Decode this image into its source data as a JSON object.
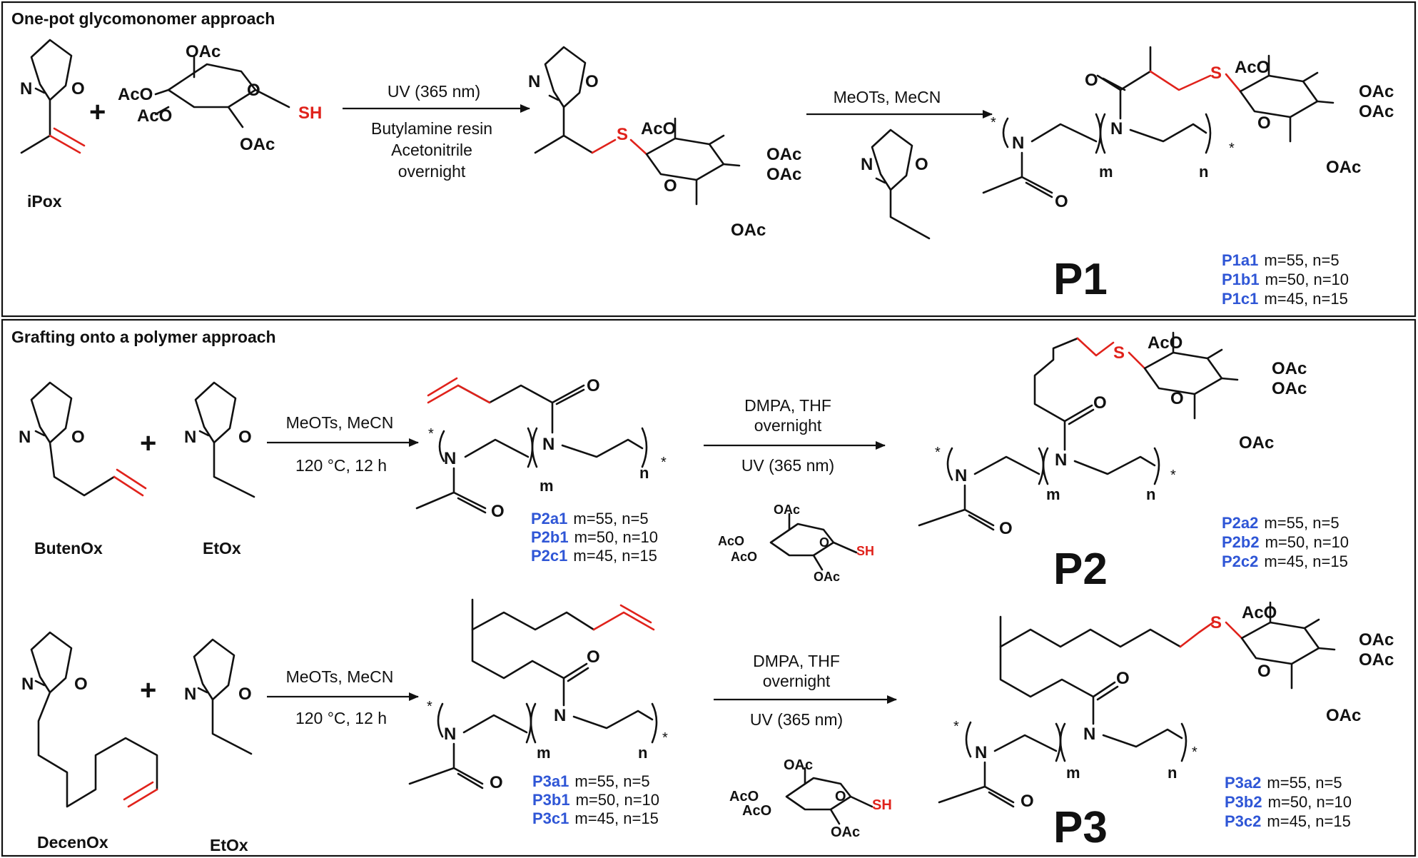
{
  "panel1": {
    "title": "One-pot glycomonomer approach",
    "monomer_label": "iPox",
    "step1": {
      "line1": "UV (365 nm)",
      "line2": "Butylamine resin",
      "line3": "Acetonitrile",
      "line4": "overnight"
    },
    "step2": {
      "line1": "MeOTs, MeCN"
    },
    "product_label": "P1",
    "variants": [
      {
        "code": "P1a1",
        "values": "m=55, n=5"
      },
      {
        "code": "P1b1",
        "values": "m=50, n=10"
      },
      {
        "code": "P1c1",
        "values": "m=45, n=15"
      }
    ]
  },
  "panel2": {
    "title": "Grafting onto a polymer approach",
    "row1": {
      "monomer_a_label": "ButenOx",
      "monomer_b_label": "EtOx",
      "step1": {
        "line1": "MeOTs, MeCN",
        "line2": "120 °C, 12 h"
      },
      "step2": {
        "line1": "DMPA, THF",
        "line2": "overnight",
        "line3": "UV (365 nm)"
      },
      "intermediate_variants": [
        {
          "code": "P2a1",
          "values": "m=55, n=5"
        },
        {
          "code": "P2b1",
          "values": "m=50, n=10"
        },
        {
          "code": "P2c1",
          "values": "m=45, n=15"
        }
      ],
      "product_label": "P2",
      "product_variants": [
        {
          "code": "P2a2",
          "values": "m=55, n=5"
        },
        {
          "code": "P2b2",
          "values": "m=50, n=10"
        },
        {
          "code": "P2c2",
          "values": "m=45, n=15"
        }
      ]
    },
    "row2": {
      "monomer_a_label": "DecenOx",
      "monomer_b_label": "EtOx",
      "step1": {
        "line1": "MeOTs, MeCN",
        "line2": "120 °C, 12 h"
      },
      "step2": {
        "line1": "DMPA, THF",
        "line2": "overnight",
        "line3": "UV (365 nm)"
      },
      "intermediate_variants": [
        {
          "code": "P3a1",
          "values": "m=55, n=5"
        },
        {
          "code": "P3b1",
          "values": "m=50, n=10"
        },
        {
          "code": "P3c1",
          "values": "m=45, n=15"
        }
      ],
      "product_label": "P3",
      "product_variants": [
        {
          "code": "P3a2",
          "values": "m=55, n=5"
        },
        {
          "code": "P3b2",
          "values": "m=50, n=10"
        },
        {
          "code": "P3c2",
          "values": "m=45, n=15"
        }
      ]
    }
  },
  "atoms": {
    "acetate": "OAc",
    "acetoxy": "AcO",
    "thiol": "SH",
    "sulfur": "S",
    "oxygen": "O",
    "nitrogen": "N",
    "plus": "+",
    "star": "*",
    "m": "m",
    "n": "n"
  },
  "colors": {
    "label_blue": "#2f56d6",
    "highlight_red": "#e0221b",
    "ink": "#111111"
  }
}
